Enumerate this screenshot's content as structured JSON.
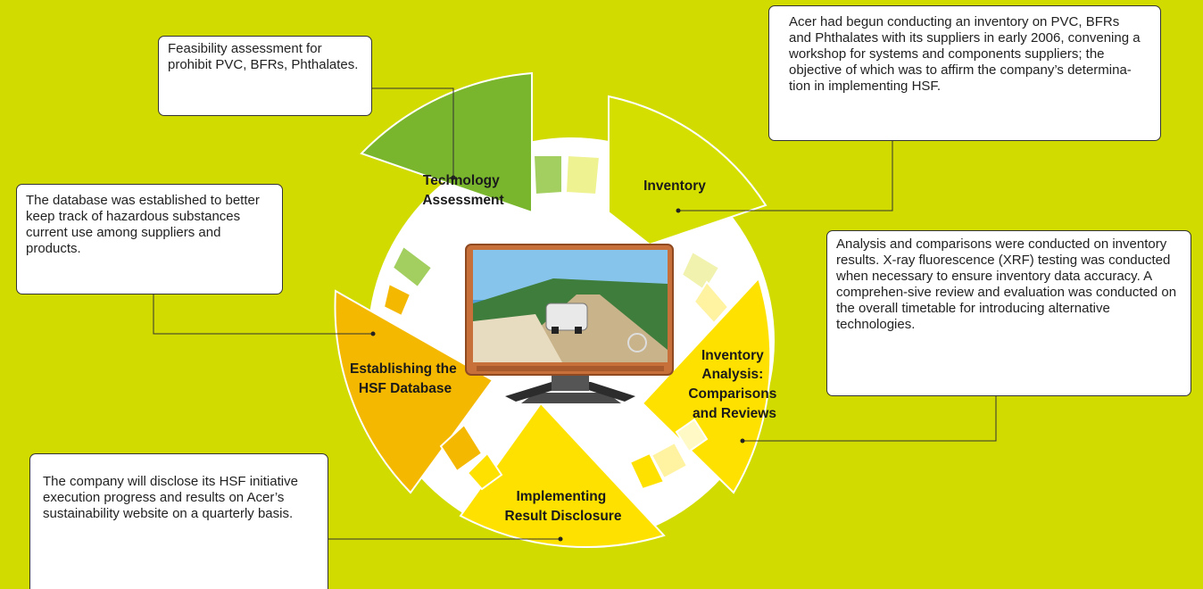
{
  "diagram": {
    "segments": {
      "technology": {
        "label_lines": [
          "Technology",
          "Assessment"
        ],
        "color": "#7ab62d"
      },
      "inventory": {
        "label_lines": [
          "Inventory"
        ],
        "color": "#d4df00"
      },
      "analysis": {
        "label_lines": [
          "Inventory",
          "Analysis:",
          "Comparisons",
          "and Reviews"
        ],
        "color": "#ffe100"
      },
      "disclosure": {
        "label_lines": [
          "Implementing",
          "Result Disclosure"
        ],
        "color": "#ffe100"
      },
      "database": {
        "label_lines": [
          "Establishing the",
          "HSF Database"
        ],
        "color": "#f5b800"
      }
    },
    "callouts": {
      "technology": "Feasibility assessment for prohibit PVC, BFRs, Phthalates.",
      "inventory": "Acer had begun conducting an inventory on PVC, BFRs and Phthalates with its suppliers in early 2006, convening a workshop for systems and components suppliers; the objective of which was to affirm the company’s determina-tion in implementing HSF.",
      "database": "The database was established to better keep track of hazardous substances current use among suppliers and products.",
      "analysis": "Analysis and comparisons were conducted on inventory results. X-ray fluorescence (XRF) testing was conducted when necessary to ensure inventory data accuracy. A comprehen-sive review and evaluation was conducted on the overall timetable for introducing alternative technologies.",
      "disclosure": "The company will disclose its HSF initiative execution progress and results on Acer’s sustainability website on a quarterly basis."
    },
    "colors": {
      "background": "#d1db00",
      "ring": "#ffffff",
      "connector": "#333333",
      "monitor_frame": "#c8703a"
    }
  }
}
